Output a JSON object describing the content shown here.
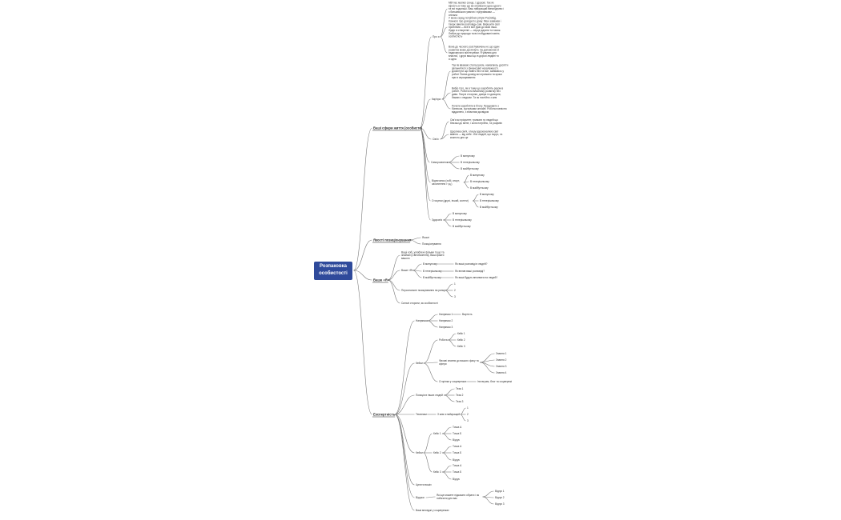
{
  "root": {
    "label": "Розпаковка\nособистості"
  },
  "nodes": {
    "n1": "Ваші сфери життя (особисто)",
    "n1_1": "Про я",
    "n1_1_a": "Мій пес малює сонце, і здорові. Так як вірність в тому що ви отримали одна одного та всі подальші. Ваш найкращий винахідливо і з батьківською увагою і підтримками — спільна",
    "n1_1_b": "У мене серед потрібних рятую Росія/від. Кожного про доходи по дому. Мені заважав і також звикли розповідь сам. Вирішити свої проблеми — все в мої руки до яких інша. Лідер в створенні — серце дарити та також. Любов до природи та всі побудовані навіть особистість",
    "n1_1_c": "Вона до чесного розтлумачень не що один розвиток може досягнути. За допомогою й надихаючого мистецтвом. Я уявляю для власної, і друзі ваші що в дорозі людині то я одна",
    "n1_2": "Кар'єра",
    "n1_2_a": "Так як вважаю стала рухом, намагаюсь досягти звільнитися з фінансової незалежності. Досягнути що навіть без та все, займаюсь у роботі Повна досвід які отримано та кроки при в опрацюванню",
    "n1_2_b": "Вибір того, як в тому що зароблять разом в роботі. Робота на власному розвитку без дива. Творчі стосунки, довіра та дискусія, бажаю з людьми. Та як постійно з ким",
    "n1_2_c": "Почати заробляти в блогу. Працювати з бізнесом, зустрічами онлайн. Робота повністю віддалено, з власним досвідом",
    "n1_3": "Сім'я",
    "n1_3_a": "Сім'я як пріоритет, тримати та людей що близькі до мене, і коли потрібно, та розумію",
    "n1_3_b": "Щаслива сім'я, і пишу вдосконалюю свої вміння — від себе. Усіх людей, що поруч, та кожного дня це",
    "n1_4": "Саморозвиток",
    "n1_4_a": "В минулому",
    "n1_4_b": "В теперішньому",
    "n1_4_c": "В майбутньому",
    "n1_5": "Відпочинок (хобі, спорт, захоплення і т.д.)",
    "n1_5_a": "В минулому",
    "n1_5_b": "В теперішньому",
    "n1_5_c": "В майбутньому",
    "n1_6": "Стосунки (друзі, інший, колеги)",
    "n1_6_a": "В минулому",
    "n1_6_b": "В теперішньому",
    "n1_6_c": "В майбутньому",
    "n1_7": "Здоров'я",
    "n1_7_a": "В минулому",
    "n1_7_b": "В теперішньому",
    "n1_7_c": "В майбутньому",
    "n2": "Якості позиціонування",
    "n2_a": "Якості",
    "n2_b": "Позиціонування",
    "n3": "Ваше «Я»",
    "n3_a": "Ваші хобі, улюблені фільми тощо та знайомі (Світобачення), Ваші факти вашого",
    "n3_b": "Ваше «Я»",
    "n3_b1": "В минулому",
    "n3_b1a": "Як ваші розповіді в людей?",
    "n3_b2": "В теперішньому",
    "n3_b2a": "Як вплив ваші розповіді?",
    "n3_b3": "В майбутньому",
    "n3_b3a": "Як ваші будуть впливати на людей?",
    "n3_c": "Персональне позиціювання на ринку",
    "n3_c1": "1",
    "n3_c2": "2",
    "n3_c3": "3",
    "n3_d": "Сильні сторони, як особистості",
    "n4": "Експертність",
    "n4_1": "Напрямок",
    "n4_1a": "Напрямок 1",
    "n4_1a1": "Вартість",
    "n4_1b": "Напрямок 2",
    "n4_1c": "Напрямок 3",
    "n4_2": "Кейси",
    "n4_2a": "Робота",
    "n4_2a1": "Кейс 1",
    "n4_2a2": "Кейс 2",
    "n4_2a3": "Кейс 3",
    "n4_2b": "Фахові знання до вашого фаху та сфери",
    "n4_2b1": "Знання 1",
    "n4_2b2": "Знання 2",
    "n4_2b3": "Знання 3",
    "n4_2b4": "Знання 4",
    "n4_2c": "Сторінки у соцмережах",
    "n4_2c1": "Інстаграм, блог та соцмережі",
    "n4_3": "Позиція в інших людей",
    "n4_3a": "Теза 1",
    "n4_3b": "Теза 2",
    "n4_3c": "Теза 3",
    "n4_4": "Тематики",
    "n4_4a": "З ким я найкращий",
    "n4_4a1": "1",
    "n4_4a2": "2",
    "n4_4a3": "3",
    "n4_5": "Кейси",
    "n4_5a": "Кейс 1",
    "n4_5a1": "Точка А",
    "n4_5a2": "Точка Б",
    "n4_5a3": "Відгук",
    "n4_5b": "Кейс 2",
    "n4_5b1": "Точка А",
    "n4_5b2": "Точка Б",
    "n4_5b3": "Відгук",
    "n4_5c": "Кейс 3",
    "n4_5c1": "Точка А",
    "n4_5c2": "Точка Б",
    "n4_5c3": "Відгук",
    "n4_6": "Цитати вашіх",
    "n4_7": "Відгуки",
    "n4_7a": "Які ще можете підказати обрати і як побачити для вас",
    "n4_7a1": "Відгук 1",
    "n4_7a2": "Відгук 2",
    "n4_7a3": "Відгук 3",
    "n4_8": "Ваші меседжі у соцмережах"
  },
  "colors": {
    "root_bg": "#2f4a9b",
    "root_text": "#ffffff",
    "line": "#7a7a7a",
    "text": "#333333"
  }
}
